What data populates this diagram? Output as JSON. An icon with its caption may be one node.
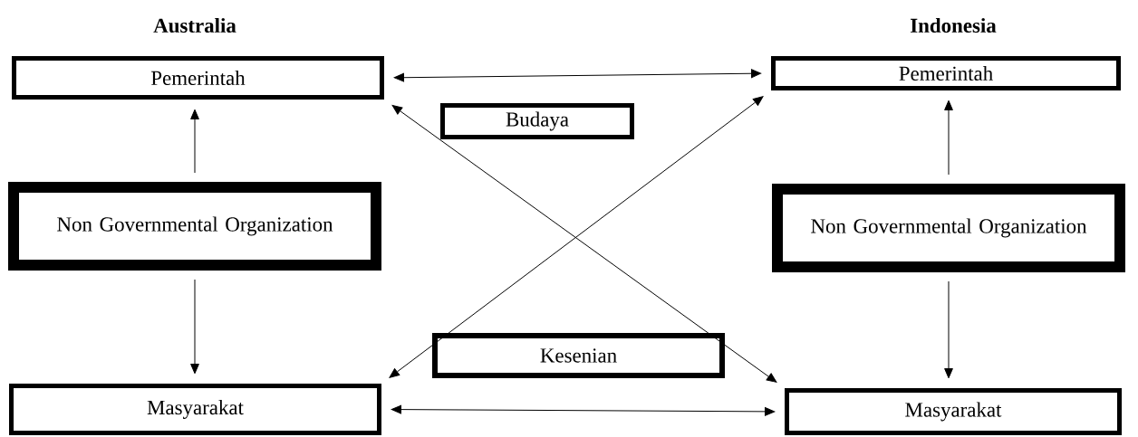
{
  "diagram": {
    "nodes": [
      {
        "text": [
          "Pemerintah"
        ]
      },
      {
        "text": [
          "Pemerintah"
        ]
      },
      {
        "text": [
          "Budaya"
        ]
      },
      {
        "text": [
          "Non Governmental Organization"
        ]
      },
      {
        "text": [
          "Non Governmental Organization"
        ]
      },
      {
        "text": [
          "Kesenian"
        ]
      },
      {
        "text": [
          "Masyarakat"
        ]
      },
      {
        "text": [
          "Masyarakat"
        ]
      }
    ],
    "edges": [
      {
        "from": 0,
        "to": 1,
        "arrow": "both"
      },
      {
        "from": 3,
        "to": 0,
        "arrow": "to"
      },
      {
        "from": 3,
        "to": 6,
        "arrow": "to"
      },
      {
        "from": 4,
        "to": 1,
        "arrow": "to"
      },
      {
        "from": 4,
        "to": 7,
        "arrow": "to"
      },
      {
        "from": 0,
        "to": 7,
        "arrow": "both"
      },
      {
        "from": 6,
        "to": 1,
        "arrow": "both"
      },
      {
        "from": 6,
        "to": 7,
        "arrow": "both"
      }
    ],
    "labels": [
      "Australia",
      "Indonesia"
    ]
  }
}
